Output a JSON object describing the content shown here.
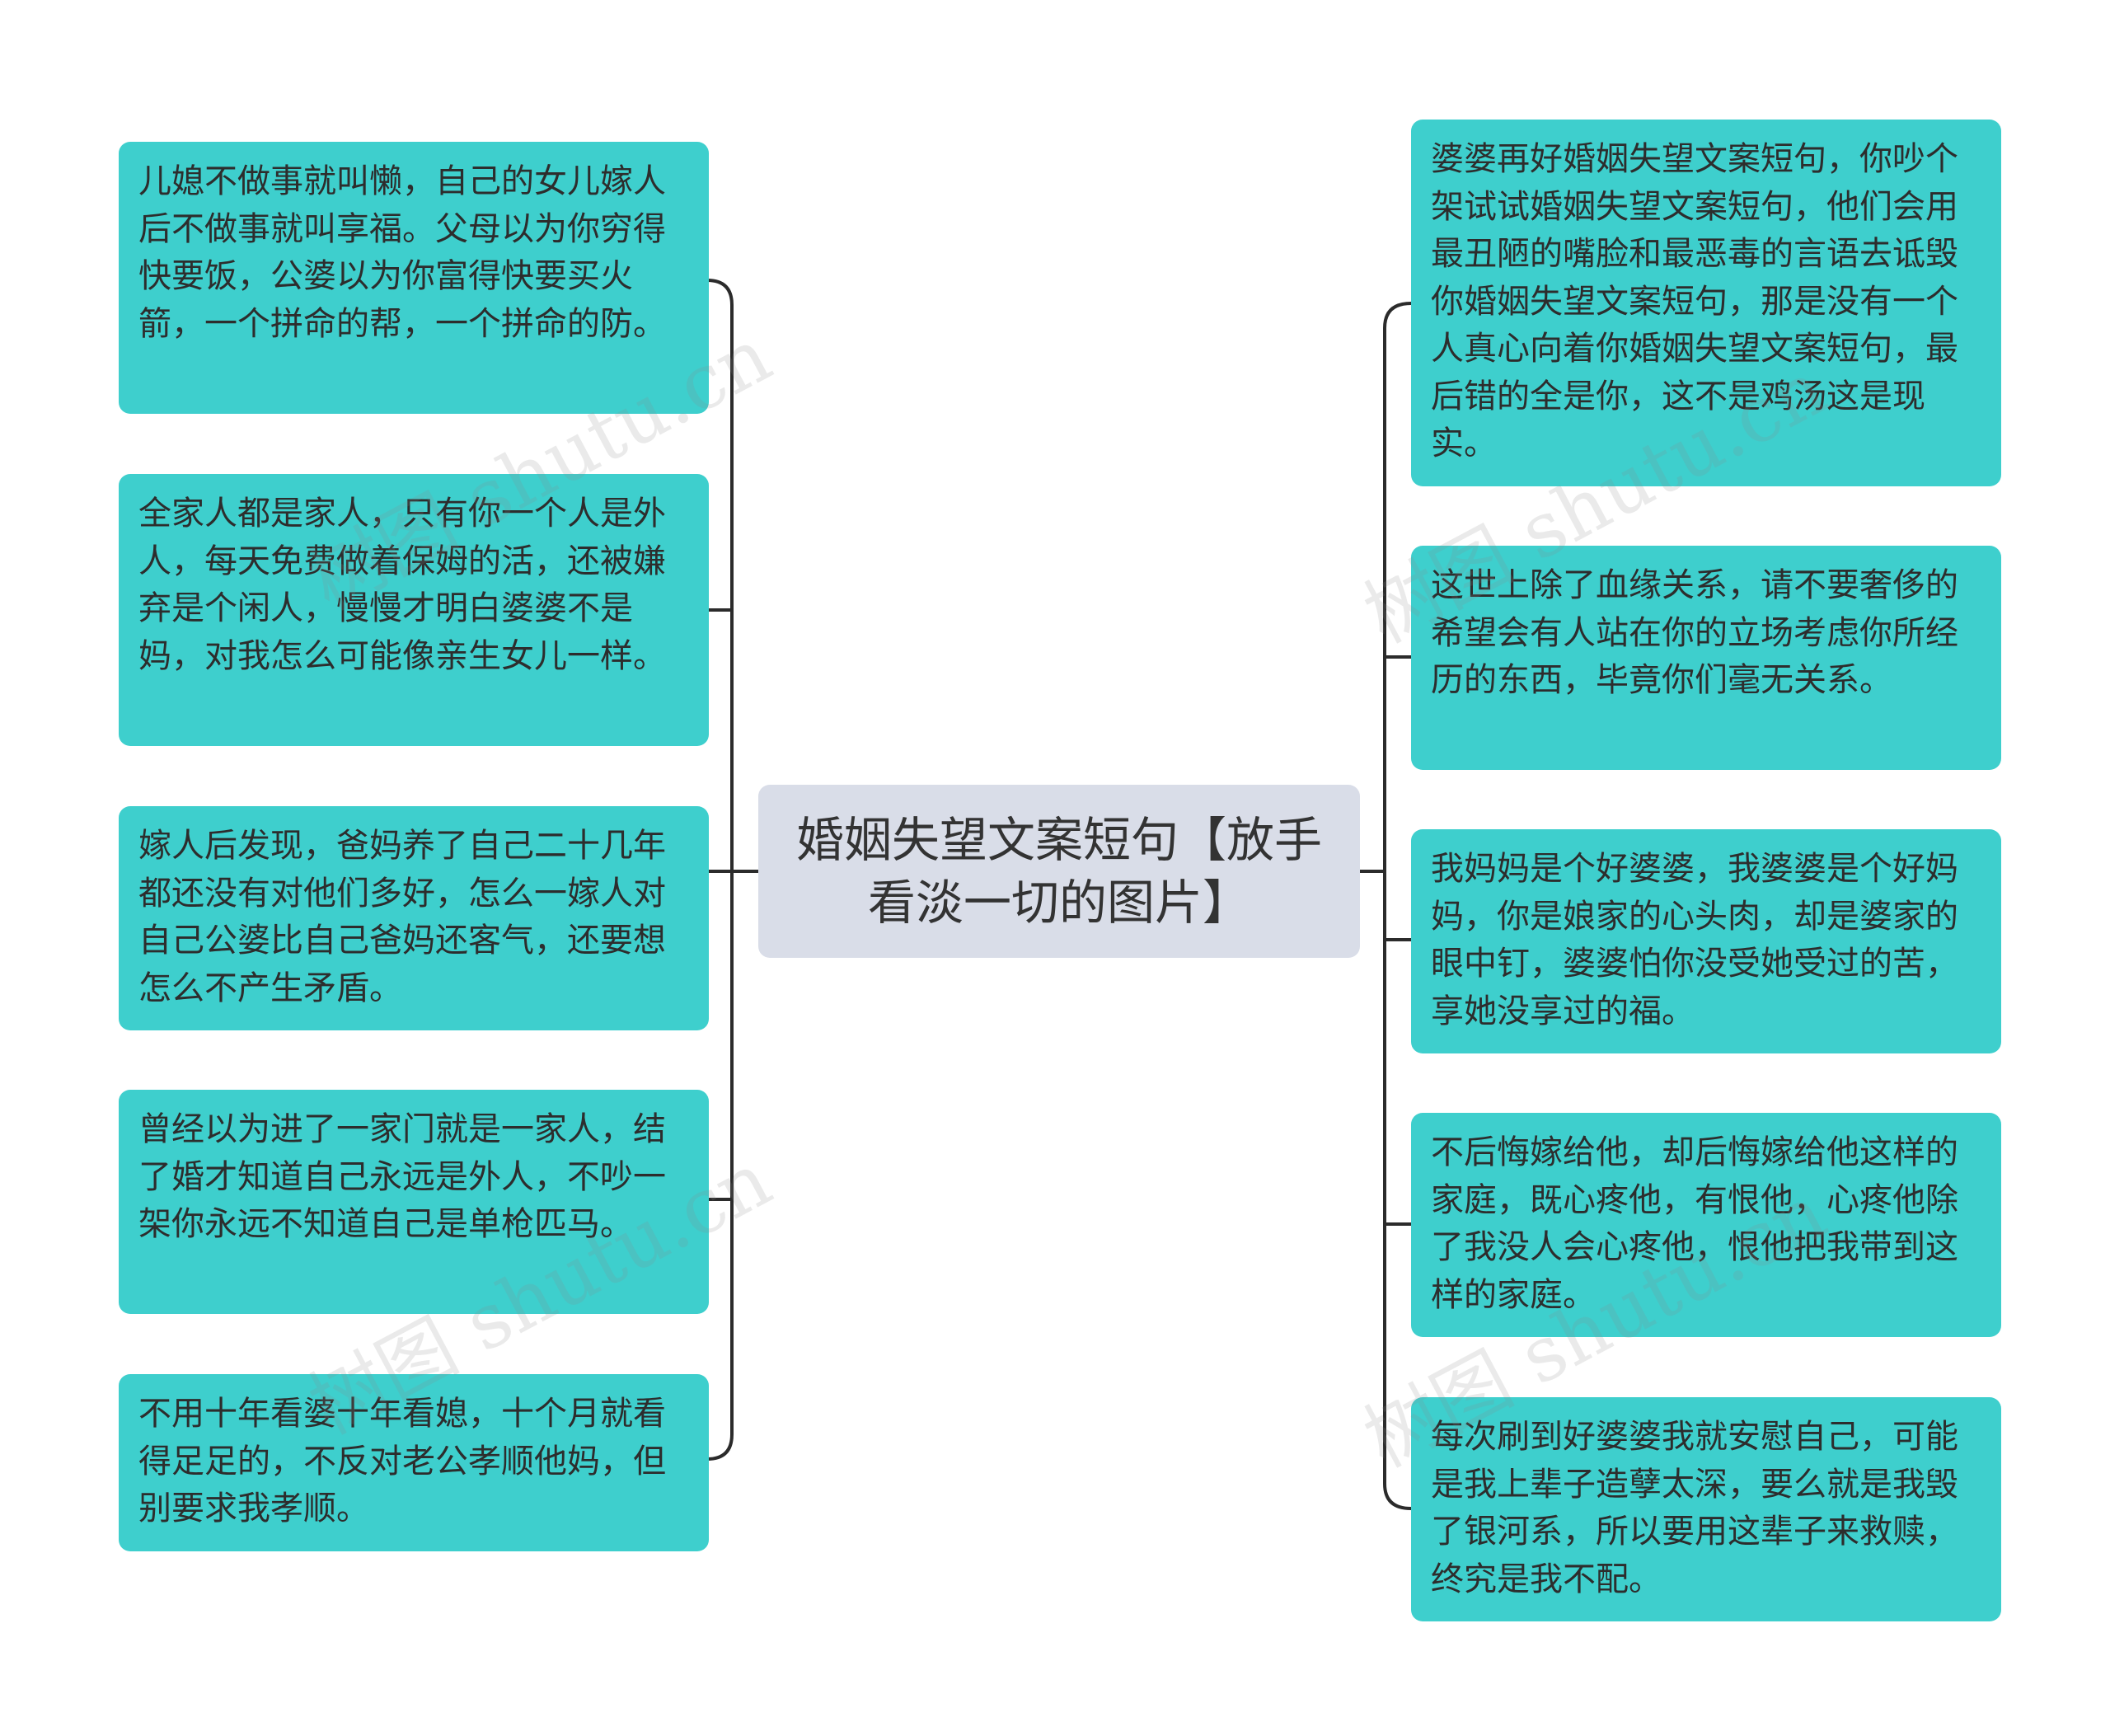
{
  "center": {
    "title": "婚姻失望文案短句【放手看淡一切的图片】"
  },
  "left_nodes": [
    {
      "text": "儿媳不做事就叫懒，自己的女儿嫁人后不做事就叫享福。父母以为你穷得快要饭，公婆以为你富得快要买火箭，一个拼命的帮，一个拼命的防。"
    },
    {
      "text": "全家人都是家人，只有你一个人是外人，每天免费做着保姆的活，还被嫌弃是个闲人，慢慢才明白婆婆不是妈，对我怎么可能像亲生女儿一样。"
    },
    {
      "text": "嫁人后发现，爸妈养了自己二十几年都还没有对他们多好，怎么一嫁人对自己公婆比自己爸妈还客气，还要想怎么不产生矛盾。"
    },
    {
      "text": "曾经以为进了一家门就是一家人，结了婚才知道自己永远是外人，不吵一架你永远不知道自己是单枪匹马。"
    },
    {
      "text": "不用十年看婆十年看媳，十个月就看得足足的，不反对老公孝顺他妈，但别要求我孝顺。"
    }
  ],
  "right_nodes": [
    {
      "text": "婆婆再好婚姻失望文案短句，你吵个架试试婚姻失望文案短句，他们会用最丑陋的嘴脸和最恶毒的言语去诋毁你婚姻失望文案短句，那是没有一个人真心向着你婚姻失望文案短句，最后错的全是你，这不是鸡汤这是现实。"
    },
    {
      "text": "这世上除了血缘关系，请不要奢侈的希望会有人站在你的立场考虑你所经历的东西，毕竟你们毫无关系。"
    },
    {
      "text": "我妈妈是个好婆婆，我婆婆是个好妈妈，你是娘家的心头肉，却是婆家的眼中钉，婆婆怕你没受她受过的苦，享她没享过的福。"
    },
    {
      "text": "不后悔嫁给他，却后悔嫁给他这样的家庭，既心疼他，有恨他，心疼他除了我没人会心疼他，恨他把我带到这样的家庭。"
    },
    {
      "text": "每次刷到好婆婆我就安慰自己，可能是我上辈子造孽太深，要么就是我毁了银河系，所以要用这辈子来救赎，终究是我不配。"
    }
  ],
  "watermark": {
    "text": "树图 shutu.cn"
  },
  "colors": {
    "node_fill": "#3ecfcd",
    "center_fill": "#d9dde8",
    "connector": "#2b2b2b"
  }
}
